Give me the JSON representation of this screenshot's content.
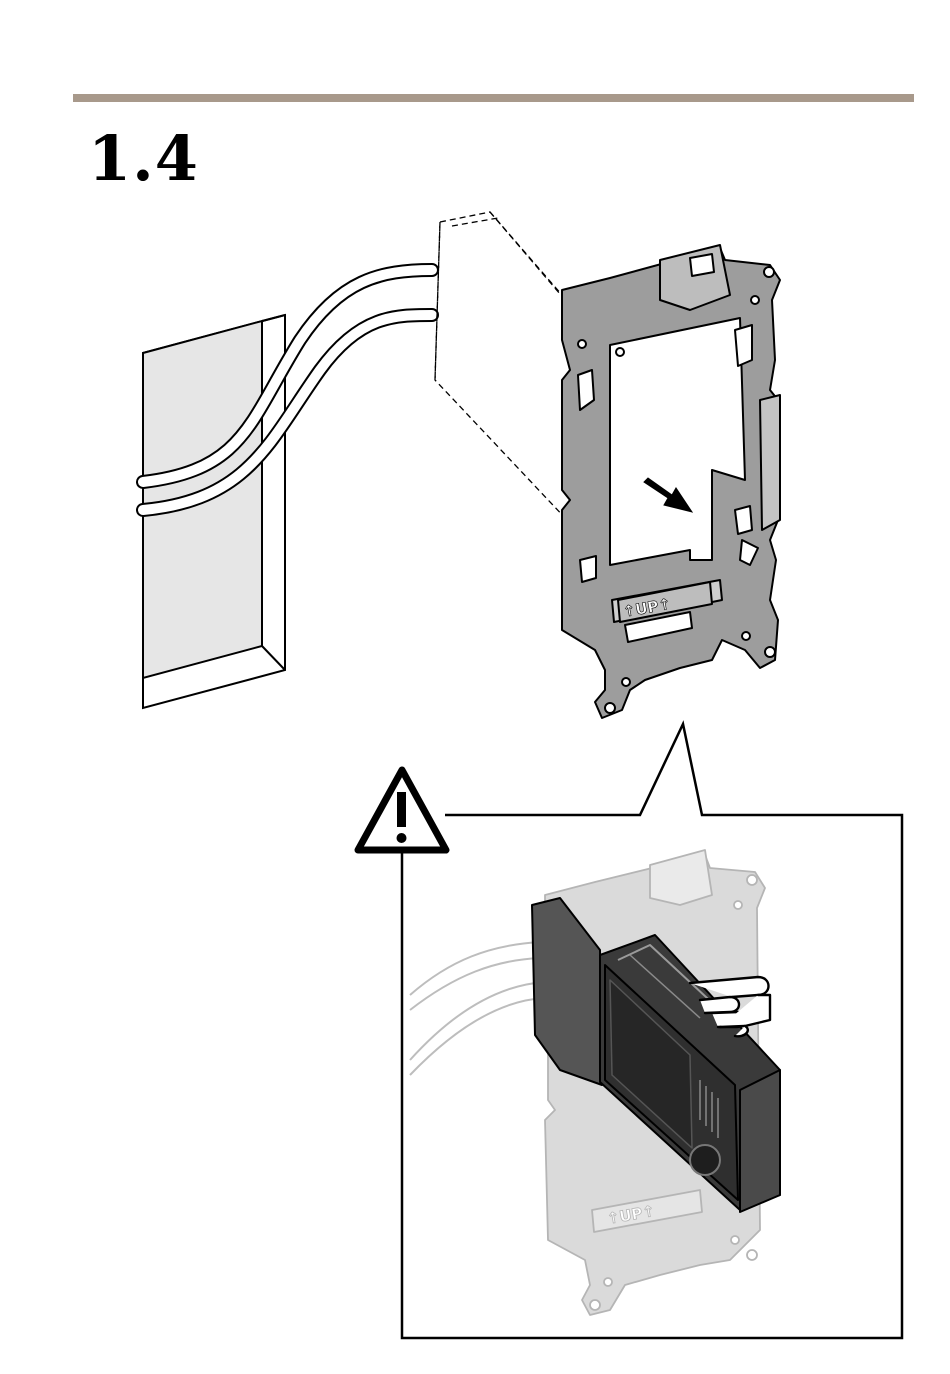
{
  "section": {
    "step_number": "1.4"
  },
  "illustration": {
    "bracket_up_label": "↑UP↑",
    "detail_up_label": "↑UP↑",
    "warning_icon": "warning-triangle-icon",
    "pointing_hand_icon": "pointing-hand-icon",
    "rule_color": "#a8998b",
    "device_color": "#3a3a3a",
    "bracket_color": "#9d9d9d"
  }
}
